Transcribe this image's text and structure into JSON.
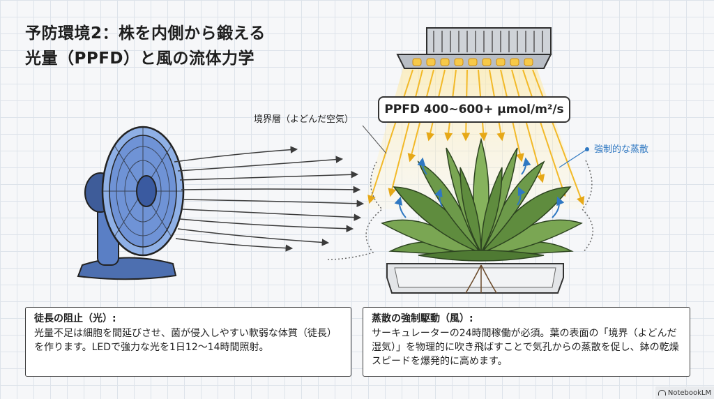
{
  "title": {
    "line1": "予防環境2：株を内側から鍛える",
    "line2": "光量（PPFD）と風の流体力学"
  },
  "labels": {
    "boundary_layer": "境界層（よどんだ空気）",
    "ppfd": "PPFD 400~600+ μmol/m²/s",
    "forced_transpiration": "強制的な蒸散"
  },
  "panels": {
    "light": {
      "heading": "徒長の阻止（光）:",
      "body": "光量不足は細胞を間延びさせ、菌が侵入しやすい軟弱な体質（徒長）を作ります。LEDで強力な光を1日12～14時間照射。"
    },
    "wind": {
      "heading": "蒸散の強制駆動（風）:",
      "body": "サーキュレーターの24時間稼働が必須。葉の表面の「境界（よどんだ湿気）」を物理的に吹き飛ばすことで気孔からの蒸散を促し、鉢の乾燥スピードを爆発的に高めます。"
    },
    "wind_line_break_hint": ""
  },
  "footer": {
    "badge": "NotebookLM"
  },
  "colors": {
    "light_ray": "#f5c232",
    "fan_blue": "#4e76c4",
    "leaf_green": "#5f8c3e",
    "accent_blue": "#2f78c2",
    "panel_border": "#3a3a3a"
  },
  "icons": [
    "led-grow-light-icon",
    "desk-fan-icon",
    "agave-plant-icon",
    "air-flow-arrows",
    "evaporation-arrows"
  ]
}
